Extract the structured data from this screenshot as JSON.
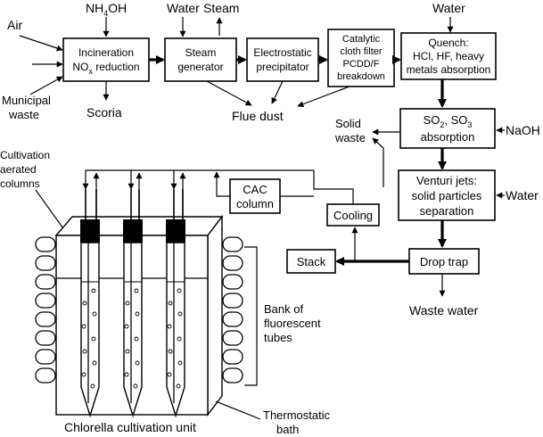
{
  "inputs": {
    "air": "Air",
    "municipal_waste_1": "Municipal",
    "municipal_waste_2": "waste",
    "nh4oh_main": "NH",
    "nh4oh_sub": "4",
    "nh4oh_tail": "OH",
    "water_top_1": "Water",
    "steam": "Steam",
    "water_top_2": "Water",
    "naoh": "NaOH",
    "water_right": "Water"
  },
  "outputs": {
    "scoria": "Scoria",
    "flue_dust": "Flue dust",
    "solid_waste_1": "Solid",
    "solid_waste_2": "waste",
    "waste_water": "Waste water"
  },
  "boxes": {
    "incineration": {
      "line1": "Incineration",
      "line2_main": "NO",
      "line2_sub": "x",
      "line2_tail": " reduction"
    },
    "steam_generator": {
      "line1": "Steam",
      "line2": "generator"
    },
    "electrostatic": {
      "line1": "Electrostatic",
      "line2": "precipitator"
    },
    "catalytic": {
      "line1": "Catalytic",
      "line2": "cloth filter",
      "line3": "PCDD/F",
      "line4": "breakdown"
    },
    "quench": {
      "line1": "Quench:",
      "line2": "HCl, HF, heavy",
      "line3": "metals absorption"
    },
    "so2_absorption": {
      "so2_main": "SO",
      "so2_sub": "2",
      "sep": ", ",
      "so3_main": "SO",
      "so3_sub": "3",
      "line2": "absorption"
    },
    "venturi": {
      "line1": "Venturi jets:",
      "line2": "solid particles",
      "line3": "separation"
    },
    "drop_trap": {
      "label": "Drop trap"
    },
    "stack": {
      "label": "Stack"
    },
    "cooling": {
      "label": "Cooling"
    },
    "cac": {
      "line1": "CAC",
      "line2": "column"
    }
  },
  "labels": {
    "cultivation_1": "Cultivation",
    "cultivation_2": "aerated",
    "cultivation_3": "columns",
    "bank_1": "Bank of",
    "bank_2": "fluorescent",
    "bank_3": "tubes",
    "chlorella_unit": "Chlorella cultivation unit",
    "thermo_1": "Thermostatic",
    "thermo_2": "bath"
  }
}
